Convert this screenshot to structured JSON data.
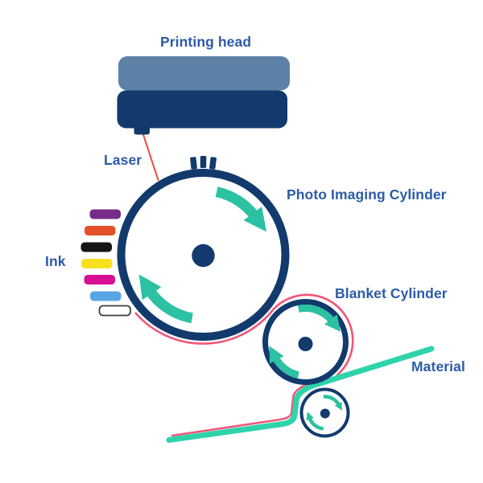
{
  "labels": {
    "printing_head": "Printing head",
    "laser": "Laser",
    "photo_imaging_cylinder": "Photo Imaging Cylinder",
    "ink": "Ink",
    "blanket_cylinder": "Blanket Cylinder",
    "material": "Material"
  },
  "colors": {
    "background": "#ffffff",
    "navy": "#123a6d",
    "steel_blue": "#5e81a7",
    "label_blue": "#2c5ba8",
    "teal_arrow": "#2cc1a2",
    "material_teal": "#2ed3ab",
    "transfer_pink": "#f15679",
    "laser_red": "#f0453c"
  },
  "inks": [
    {
      "name": "purple",
      "color": "#772c87"
    },
    {
      "name": "orange",
      "color": "#e25029"
    },
    {
      "name": "black",
      "color": "#141414"
    },
    {
      "name": "yellow",
      "color": "#f8e01f"
    },
    {
      "name": "magenta",
      "color": "#d80e95"
    },
    {
      "name": "light-blue",
      "color": "#58a5e6"
    },
    {
      "name": "white",
      "color": "#ffffff"
    }
  ]
}
